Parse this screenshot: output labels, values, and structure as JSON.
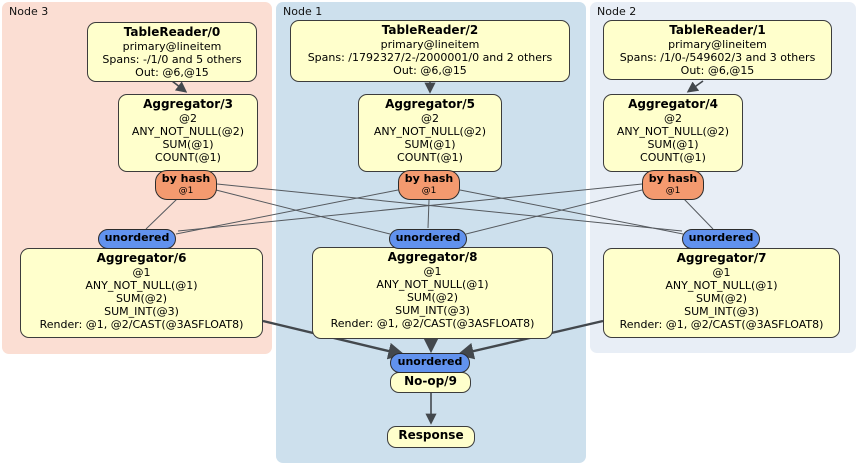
{
  "node_groups": [
    {
      "label": "Node 3"
    },
    {
      "label": "Node 1"
    },
    {
      "label": "Node 2"
    }
  ],
  "processors": {
    "tr0": {
      "title": "TableReader/0",
      "lines": [
        "primary@lineitem",
        "Spans: -/1/0 and 5 others",
        "Out: @6,@15"
      ]
    },
    "tr2": {
      "title": "TableReader/2",
      "lines": [
        "primary@lineitem",
        "Spans: /1792327/2-/2000001/0 and 2 others",
        "Out: @6,@15"
      ]
    },
    "tr1": {
      "title": "TableReader/1",
      "lines": [
        "primary@lineitem",
        "Spans: /1/0-/549602/3 and 3 others",
        "Out: @6,@15"
      ]
    },
    "agg3": {
      "title": "Aggregator/3",
      "lines": [
        "@2",
        "ANY_NOT_NULL(@2)",
        "SUM(@1)",
        "COUNT(@1)"
      ]
    },
    "agg5": {
      "title": "Aggregator/5",
      "lines": [
        "@2",
        "ANY_NOT_NULL(@2)",
        "SUM(@1)",
        "COUNT(@1)"
      ]
    },
    "agg4": {
      "title": "Aggregator/4",
      "lines": [
        "@2",
        "ANY_NOT_NULL(@2)",
        "SUM(@1)",
        "COUNT(@1)"
      ]
    },
    "agg6": {
      "title": "Aggregator/6",
      "lines": [
        "@1",
        "ANY_NOT_NULL(@1)",
        "SUM(@2)",
        "SUM_INT(@3)",
        "Render: @1, @2/CAST(@3ASFLOAT8)"
      ]
    },
    "agg8": {
      "title": "Aggregator/8",
      "lines": [
        "@1",
        "ANY_NOT_NULL(@1)",
        "SUM(@2)",
        "SUM_INT(@3)",
        "Render: @1, @2/CAST(@3ASFLOAT8)"
      ]
    },
    "agg7": {
      "title": "Aggregator/7",
      "lines": [
        "@1",
        "ANY_NOT_NULL(@1)",
        "SUM(@2)",
        "SUM_INT(@3)",
        "Render: @1, @2/CAST(@3ASFLOAT8)"
      ]
    },
    "noop": {
      "title": "No-op/9"
    },
    "response": {
      "title": "Response"
    }
  },
  "routers": {
    "by_hash": {
      "label": "by hash",
      "column": "@1"
    }
  },
  "syncs": {
    "unordered": {
      "label": "unordered"
    }
  },
  "colors": {
    "node3_bg": "#fbded3",
    "node1_bg": "#cde0ed",
    "node2_bg": "#e8eef6",
    "processor_bg": "#ffffcc",
    "processor_border": "#3c3c3c",
    "router_bg": "#f49a6f",
    "sync_bg": "#6192ee",
    "edge": "#43484d"
  }
}
